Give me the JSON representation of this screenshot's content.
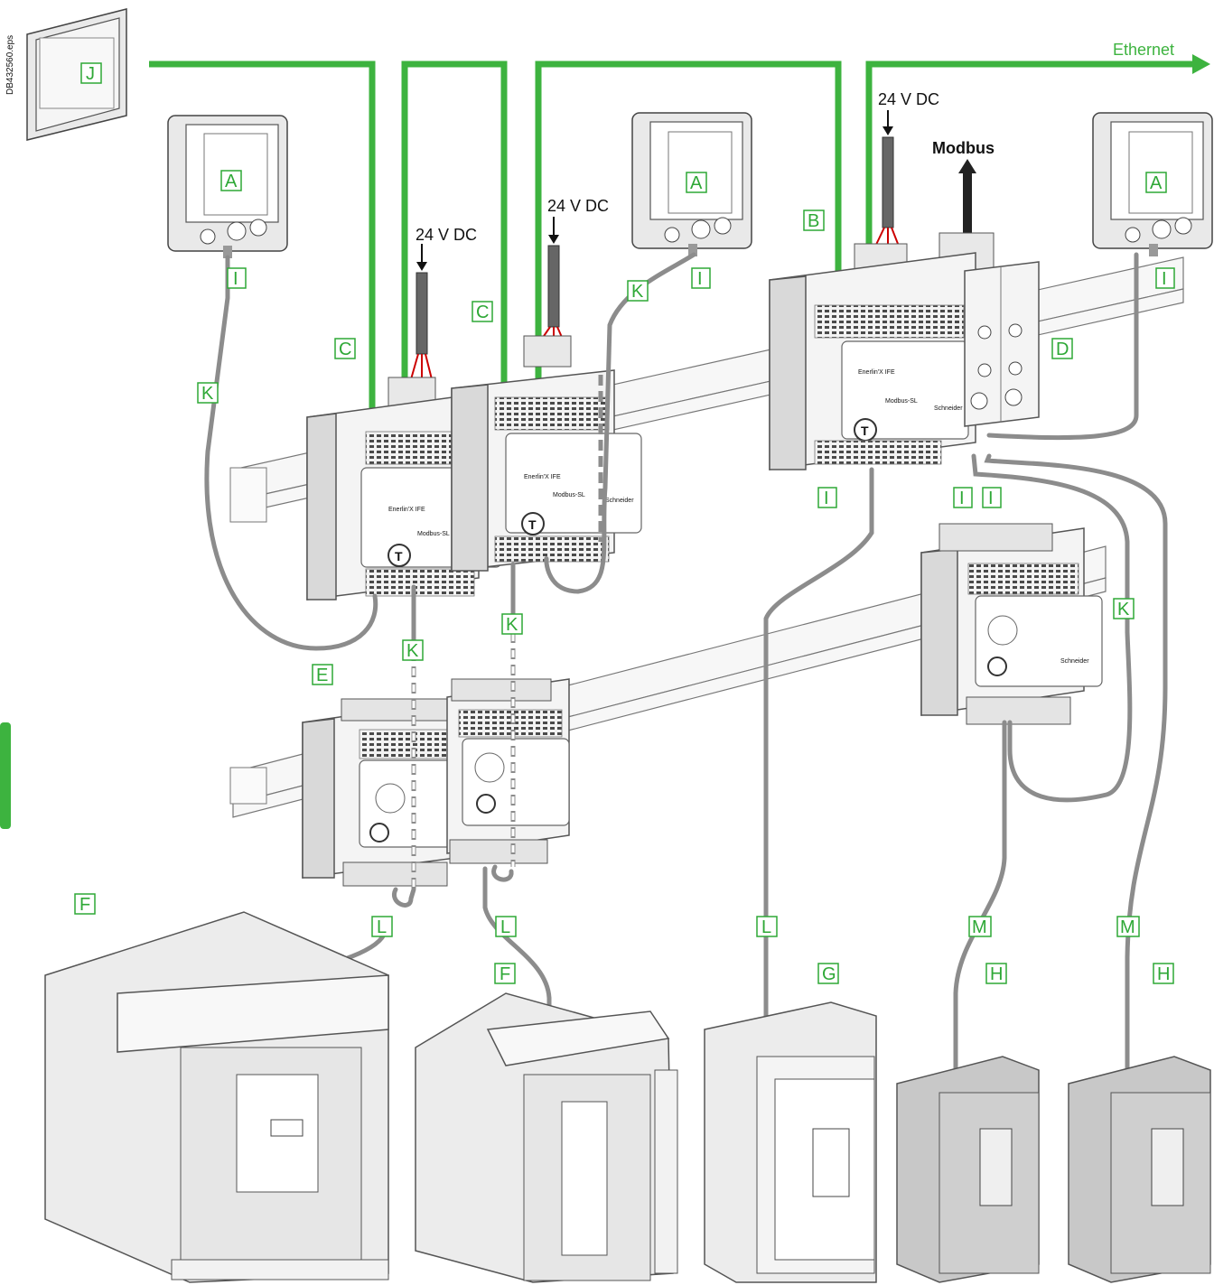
{
  "eps_id": "DB432560.eps",
  "labels": {
    "ethernet": "Ethernet",
    "modbus": "Modbus",
    "dc_supply": "24 V DC"
  },
  "markers": {
    "A": "A",
    "B": "B",
    "C": "C",
    "D": "D",
    "E": "E",
    "F": "F",
    "G": "G",
    "H": "H",
    "I": "I",
    "J": "J",
    "K": "K",
    "L": "L",
    "M": "M"
  },
  "module_text": {
    "brand": "Schneider",
    "product": "Enerlin'X IFE",
    "modbus_sl": "Modbus-SL"
  },
  "colors": {
    "ethernet_line": "#3db33f",
    "marker": "#2ea836",
    "cable": "#8c8c8c"
  }
}
